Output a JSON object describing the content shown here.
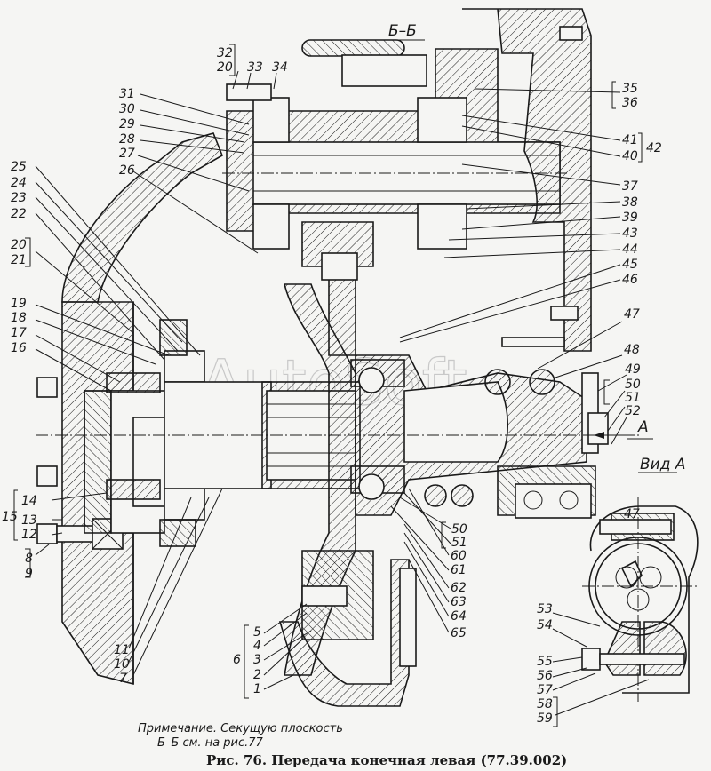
{
  "figure": {
    "caption": "Рис. 76. Передача конечная левая (77.39.002)",
    "note_line1": "Примечание. Секущую плоскость",
    "note_line2": "Б–Б см. на рис.77",
    "section_label": "Б–Б",
    "view_label": "Вид А",
    "view_arrow_label": "A",
    "watermark": "AutoSoft"
  },
  "callouts": {
    "c1": "1",
    "c2": "2",
    "c3": "3",
    "c4": "4",
    "c5": "5",
    "c6": "6",
    "c7": "7",
    "c8": "8",
    "c9": "9",
    "c10": "10",
    "c11": "11",
    "c12": "12",
    "c13": "13",
    "c14": "14",
    "c15": "15",
    "c16": "16",
    "c17": "17",
    "c18": "18",
    "c19": "19",
    "c20a": "20",
    "c21": "21",
    "c22": "22",
    "c23": "23",
    "c24": "24",
    "c25": "25",
    "c26": "26",
    "c27": "27",
    "c28": "28",
    "c29": "29",
    "c30": "30",
    "c31": "31",
    "c32": "32",
    "c20b": "20",
    "c33": "33",
    "c34": "34",
    "c35": "35",
    "c36": "36",
    "c37": "37",
    "c38": "38",
    "c39": "39",
    "c40": "40",
    "c41": "41",
    "c42": "42",
    "c43": "43",
    "c44": "44",
    "c45": "45",
    "c46": "46",
    "c47a": "47",
    "c48": "48",
    "c49": "49",
    "c50a": "50",
    "c51a": "51",
    "c52": "52",
    "c50b": "50",
    "c51b": "51",
    "c60": "60",
    "c61": "61",
    "c62": "62",
    "c63": "63",
    "c64": "64",
    "c65": "65",
    "c47b": "47",
    "c53": "53",
    "c54": "54",
    "c55": "55",
    "c56": "56",
    "c57": "57",
    "c58": "58",
    "c59": "59"
  }
}
